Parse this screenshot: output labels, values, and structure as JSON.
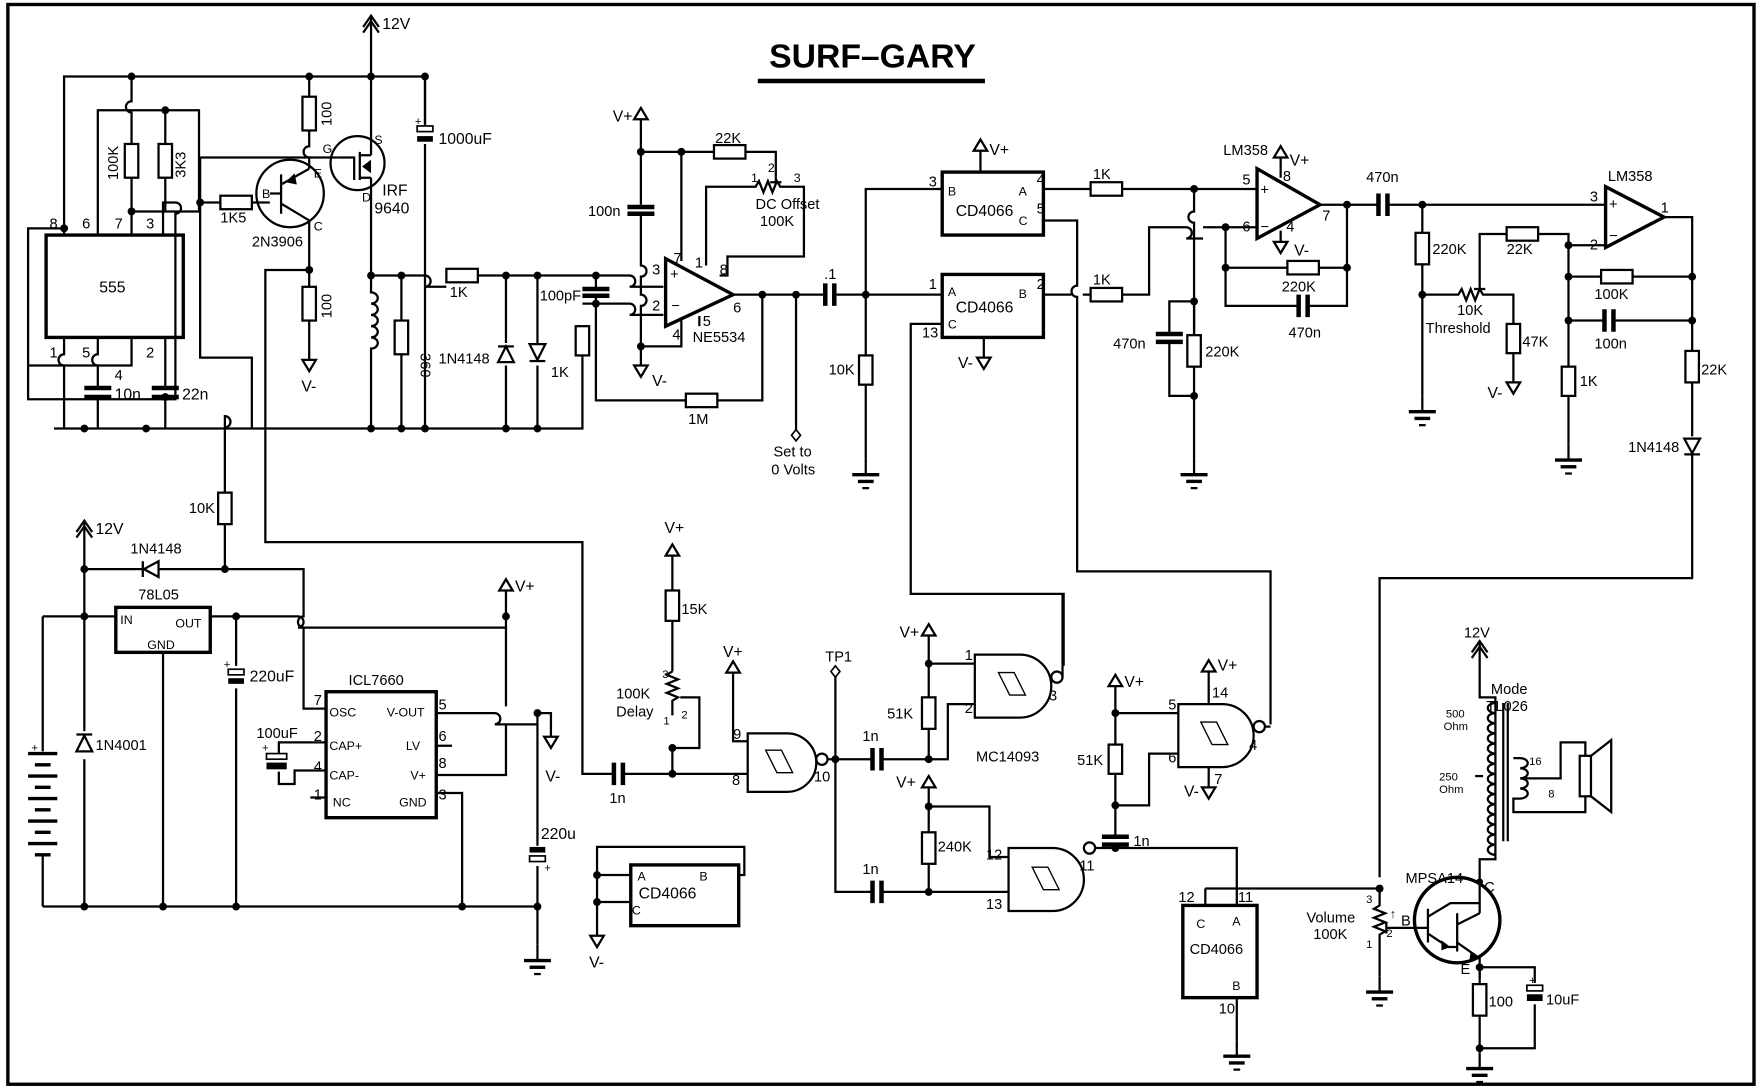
{
  "title": "SURF–GARY",
  "rails": {
    "v12": "12V",
    "vplus": "V+",
    "vminus": "V-"
  },
  "timer": {
    "ic": "555",
    "pins": [
      "8",
      "6",
      "7",
      "3",
      "1",
      "5",
      "4",
      "2"
    ],
    "r1": "100K",
    "r2": "3K3",
    "c1": "10n",
    "c2": "22n"
  },
  "driver": {
    "r_top": "100",
    "r_base": "1K5",
    "r_bottom": "100",
    "transistor": "2N3906",
    "pins_bjt": [
      "B",
      "E",
      "C"
    ],
    "mosfet_line1": "IRF",
    "mosfet_line2": "9640",
    "pins_fet": [
      "G",
      "S",
      "D"
    ],
    "cap_bulk": "1000uF",
    "r_coil": "360",
    "r_pull": "10K"
  },
  "frontend": {
    "r_in": "1K",
    "diode": "1N4148",
    "c_in": "100pF",
    "r_gnd": "1K",
    "c_dec": "100n",
    "r_fb": "1M",
    "r_offset": "22K",
    "pot_label": "DC Offset",
    "pot_value": "100K",
    "pot_pins": [
      "1",
      "2",
      "3"
    ],
    "opamp": "NE5534",
    "opamp_pins": [
      "3",
      "2",
      "7",
      "1",
      "8",
      "6",
      "4",
      "5"
    ],
    "testpoint_line1": "Set to",
    "testpoint_line2": "0 Volts"
  },
  "switches": {
    "coupling": ".1",
    "r_gnd": "10K",
    "ic": "CD4066",
    "sw1_pins": [
      "3",
      "4",
      "5"
    ],
    "sw2_pins": [
      "1",
      "2",
      "13"
    ],
    "terminals": [
      "A",
      "B",
      "C"
    ],
    "r1": "1K",
    "r2": "1K"
  },
  "integrator": {
    "opamp": "LM358",
    "pins": [
      "5",
      "6",
      "8",
      "4",
      "7"
    ],
    "c_gnd": "470n",
    "r_gnd": "220K",
    "r_fb": "220K",
    "c_fb": "470n",
    "c_out": "470n"
  },
  "comparator": {
    "opamp": "LM358",
    "pins": [
      "3",
      "2",
      "1"
    ],
    "r_bias": "220K",
    "r_in": "22K",
    "pot_value": "10K",
    "pot_label": "Threshold",
    "r_neg": "47K",
    "r_fb": "100K",
    "c_fb": "100n",
    "r_gnd": "1K",
    "r_out": "22K",
    "diode": "1N4148"
  },
  "power": {
    "diode_in": "1N4148",
    "regulator": "78L05",
    "reg_pins": [
      "IN",
      "OUT",
      "GND"
    ],
    "protect_diode": "1N4001",
    "c_reg": "220uF",
    "inverter": "ICL7660",
    "inv_left": [
      [
        "7",
        "OSC"
      ],
      [
        "2",
        "CAP+"
      ],
      [
        "4",
        "CAP-"
      ],
      [
        "1",
        "NC"
      ]
    ],
    "inv_right": [
      [
        "5",
        "V-OUT"
      ],
      [
        "6",
        "LV"
      ],
      [
        "8",
        "V+"
      ],
      [
        "3",
        "GND"
      ]
    ],
    "c_pump": "100uF",
    "c_out": "220u"
  },
  "logic": {
    "r_delay_top": "15K",
    "pot_value": "100K",
    "pot_label": "Delay",
    "pot_pins": [
      "3",
      "2",
      "1"
    ],
    "c_in": "1n",
    "gate_ic": "MC14093",
    "g1_pins": [
      "9",
      "8",
      "10"
    ],
    "testpoint": "TP1",
    "c2": "1n",
    "r2": "51K",
    "g2_pins": [
      "1",
      "2",
      "3"
    ],
    "c3": "1n",
    "r3": "240K",
    "g3_pins": [
      "12",
      "13",
      "11"
    ],
    "r4": "51K",
    "c4": "1n",
    "g4_pins": [
      "5",
      "6",
      "4",
      "14",
      "7"
    ],
    "spare_ic": "CD4066",
    "out_switch_ic": "CD4066",
    "out_switch_pins": [
      "12",
      "11",
      "10"
    ]
  },
  "output": {
    "pot_label": "Volume",
    "pot_value": "100K",
    "pot_pins": [
      "3",
      "2",
      "1"
    ],
    "transistor": "MPSA14",
    "pins": [
      "B",
      "C",
      "E"
    ],
    "transformer_line1": "Mode",
    "transformer_line2": "TL026",
    "tap500": "500",
    "tap250": "250",
    "ohm": "Ohm",
    "sec_hi": "16",
    "sec_lo": "8",
    "r_emitter": "100",
    "c_emitter": "10uF"
  }
}
